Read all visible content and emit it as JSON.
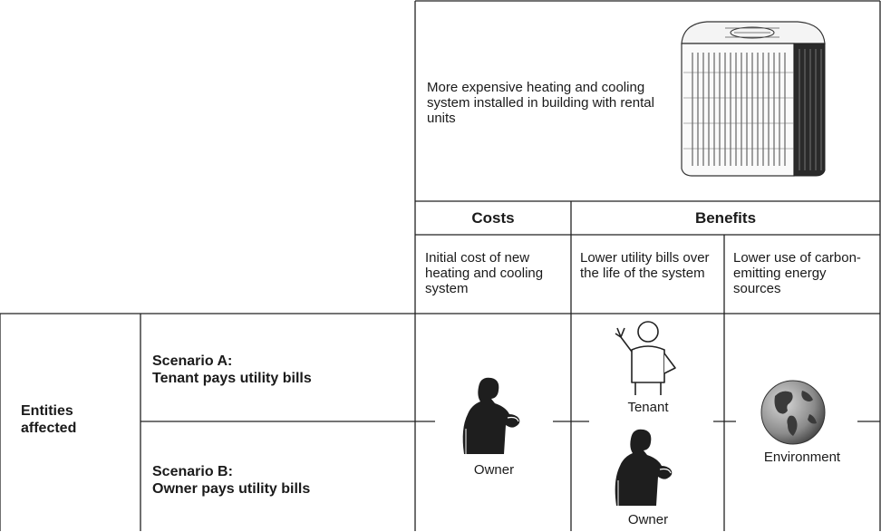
{
  "project": {
    "description": "More expensive heating and cooling system installed in building with rental units",
    "image_icon": "air-conditioner-unit-icon"
  },
  "headers": {
    "costs": "Costs",
    "benefits": "Benefits"
  },
  "columns": {
    "cost_1": "Initial cost of new heating and cooling system",
    "benefit_1": "Lower utility bills over the life of the system",
    "benefit_2": "Lower use of carbon-emitting energy sources"
  },
  "rows": {
    "group_label": "Entities affected",
    "scenario_a": {
      "title": "Scenario A:",
      "subtitle": "Tenant pays utility bills"
    },
    "scenario_b": {
      "title": "Scenario B:",
      "subtitle": "Owner pays utility bills"
    }
  },
  "entities": {
    "cost_bearer": {
      "label": "Owner",
      "icon": "owner-figure-icon"
    },
    "benefit_a": {
      "label": "Tenant",
      "icon": "tenant-figure-icon"
    },
    "benefit_b": {
      "label": "Owner",
      "icon": "owner-figure-icon"
    },
    "benefit_env": {
      "label": "Environment",
      "icon": "globe-icon"
    }
  }
}
